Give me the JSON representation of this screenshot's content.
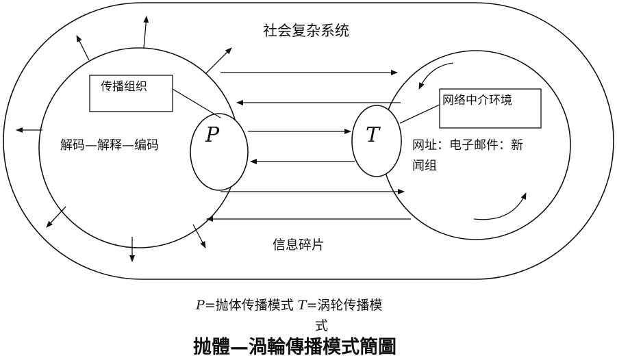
{
  "diagram": {
    "title_outer": "社会复杂系统",
    "left_box": "传播组织",
    "right_box": "网络中介环境",
    "left_process": "解码—解释—编码",
    "p_label": "P",
    "t_label": "T",
    "right_text_line1": "网址：电子邮件：新",
    "right_text_line2": "闻组",
    "bottom_label": "信息碎片"
  },
  "caption": {
    "line1_P": "P",
    "line1_a": "=抛体传播模式 ",
    "line1_T": "T",
    "line1_b": "=涡轮传播模",
    "line2": "式",
    "title": "抛體—渦輪傳播模式簡圖"
  }
}
